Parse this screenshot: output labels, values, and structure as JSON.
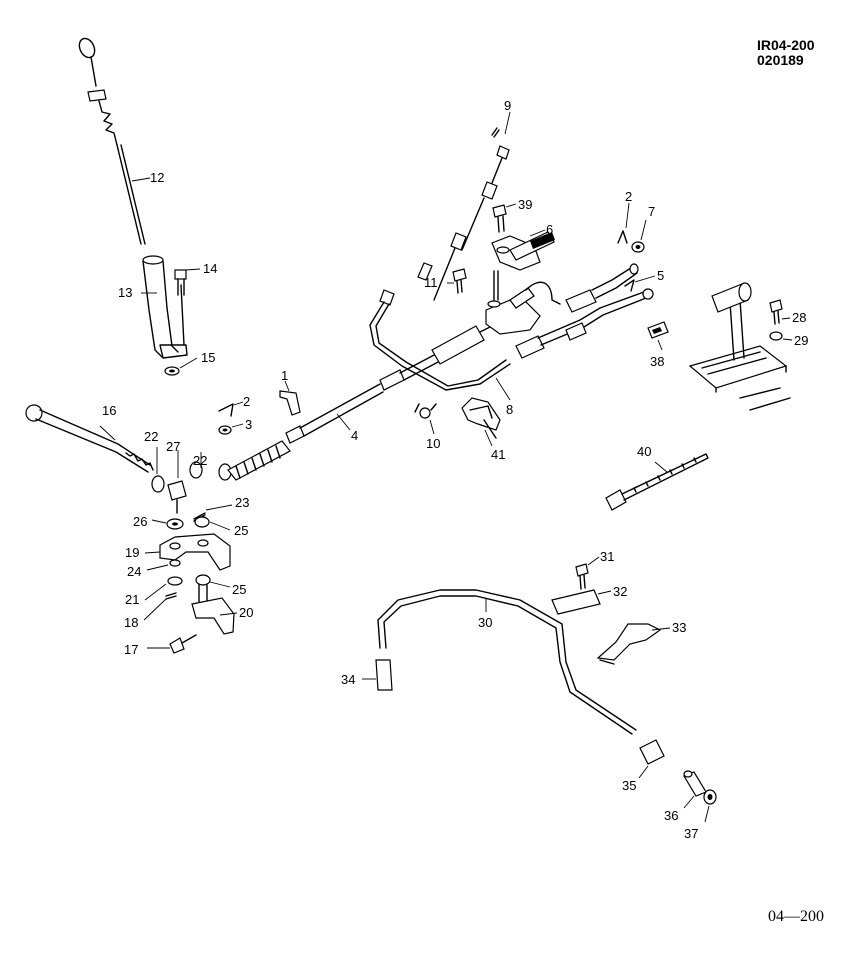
{
  "header": {
    "line1": "IR04-200",
    "line2": "020189"
  },
  "footer": {
    "page_ref": "04—200"
  },
  "callouts": {
    "c1": "1",
    "c2a": "2",
    "c2b": "2",
    "c3": "3",
    "c4": "4",
    "c5": "5",
    "c6": "6",
    "c7": "7",
    "c8": "8",
    "c9": "9",
    "c10": "10",
    "c11": "11",
    "c12": "12",
    "c13": "13",
    "c14": "14",
    "c15": "15",
    "c16": "16",
    "c17": "17",
    "c18": "18",
    "c19": "19",
    "c20": "20",
    "c21": "21",
    "c22a": "22",
    "c22b": "22",
    "c23": "23",
    "c24": "24",
    "c25a": "25",
    "c25b": "25",
    "c26": "26",
    "c27": "27",
    "c28": "28",
    "c29": "29",
    "c30": "30",
    "c31": "31",
    "c32": "32",
    "c33": "33",
    "c34": "34",
    "c35": "35",
    "c36": "36",
    "c37": "37",
    "c38": "38",
    "c39": "39",
    "c40": "40",
    "c41": "41"
  }
}
